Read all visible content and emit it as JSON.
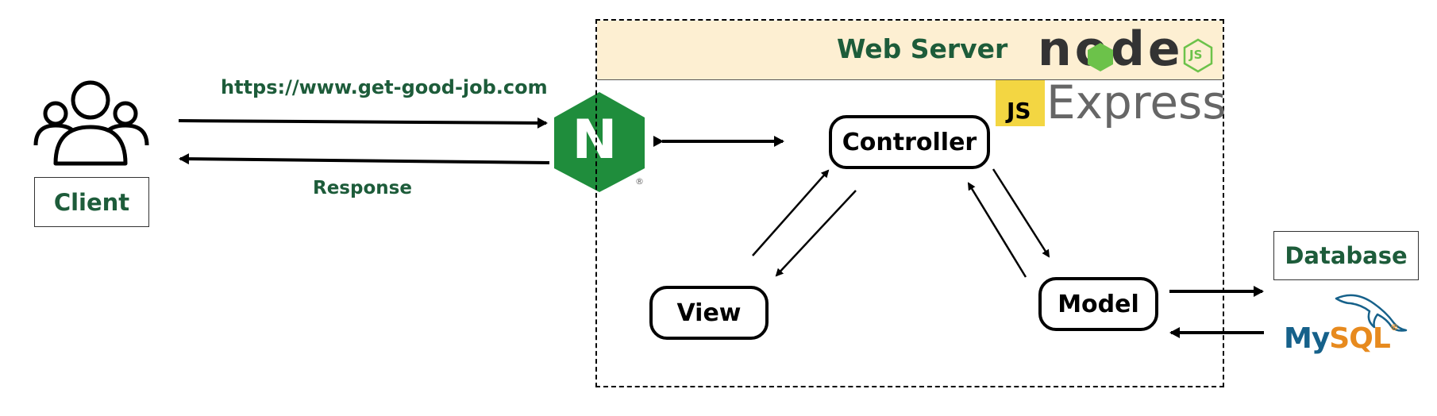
{
  "client": {
    "label": "Client"
  },
  "request": {
    "url": "https://www.get-good-job.com",
    "response_label": "Response"
  },
  "server": {
    "title": "Web Server",
    "node_text": "node",
    "node_js_badge": "JS",
    "express_badge": "JS",
    "express_text": "Express"
  },
  "nginx": {
    "letter": "N",
    "registered": "®"
  },
  "mvc": {
    "controller": "Controller",
    "view": "View",
    "model": "Model"
  },
  "database": {
    "label": "Database",
    "mysql_my": "My",
    "mysql_sql": "SQL",
    "mysql_reg": "®"
  },
  "colors": {
    "label_green": "#1d5c3a",
    "nginx_green": "#1f8d3c",
    "banner": "#fdefd2",
    "js_yellow": "#f3d642",
    "mysql_blue": "#16618a",
    "mysql_orange": "#e78a1e"
  }
}
